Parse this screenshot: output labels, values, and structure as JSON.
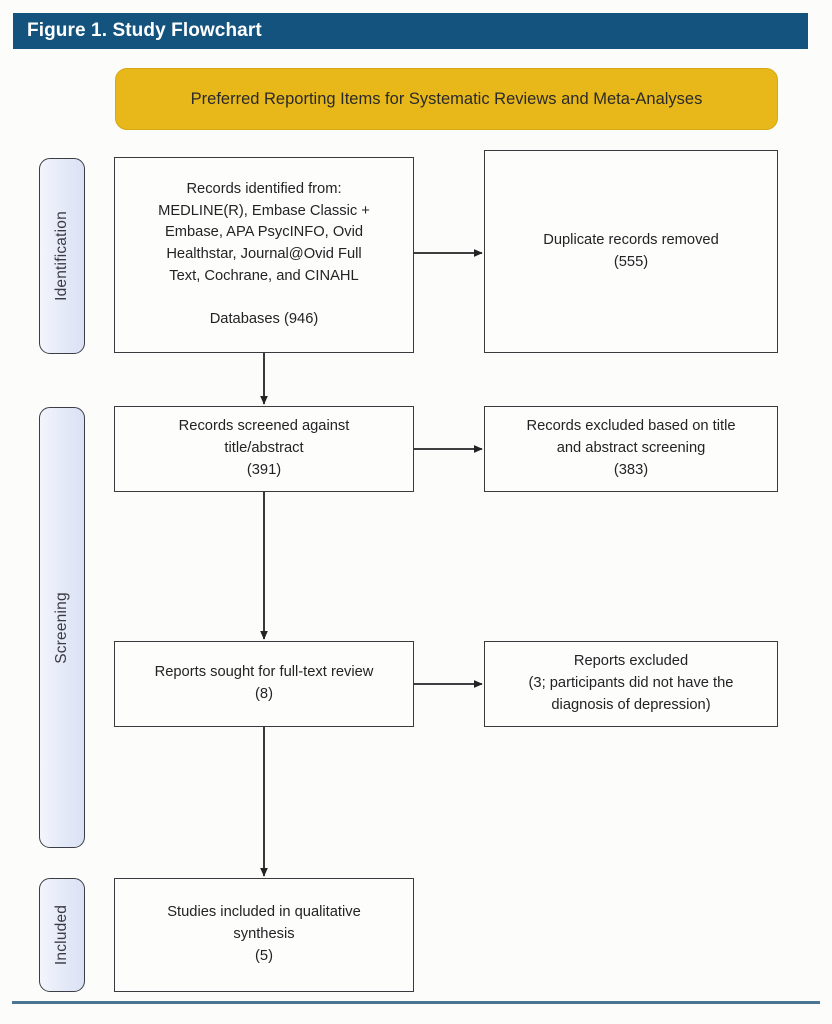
{
  "figure": {
    "title": "Figure 1. Study Flowchart",
    "banner": "Preferred Reporting Items for Systematic Reviews and Meta-Analyses",
    "colors": {
      "title_bar": "#14537e",
      "banner_fill": "#e8b81a",
      "stage_label_fill": "#e4e9f7",
      "box_border": "#3a3a3f",
      "page_background": "#fcfcfa",
      "footer_rule": "#4a7694"
    }
  },
  "stages": [
    {
      "id": "identification",
      "label": "Identification"
    },
    {
      "id": "screening",
      "label": "Screening"
    },
    {
      "id": "included",
      "label": "Included"
    }
  ],
  "boxes": {
    "identified": "Records identified from:\nMEDLINE(R), Embase Classic +\nEmbase, APA PsycINFO, Ovid\nHealthstar, Journal@Ovid Full\nText, Cochrane, and CINAHL\n\nDatabases (946)",
    "duplicates": "Duplicate records removed\n(555)",
    "screened": "Records screened against\ntitle/abstract\n(391)",
    "excluded_title_abstract": "Records excluded based on title\nand abstract screening\n(383)",
    "fulltext": "Reports sought for full-text review\n(8)",
    "reports_excluded": "Reports excluded\n(3; participants did not have the\ndiagnosis of depression)",
    "included": "Studies included in qualitative\nsynthesis\n(5)"
  },
  "chart_data": {
    "type": "diagram",
    "title": "Figure 1. Study Flowchart",
    "subtitle": "Preferred Reporting Items for Systematic Reviews and Meta-Analyses",
    "nodes": [
      {
        "id": "identified",
        "stage": "Identification",
        "label": "Records identified from: MEDLINE(R), Embase Classic + Embase, APA PsycINFO, Ovid Healthstar, Journal@Ovid Full Text, Cochrane, and CINAHL",
        "count_label": "Databases (946)",
        "count": 946
      },
      {
        "id": "duplicates",
        "stage": "Identification",
        "label": "Duplicate records removed",
        "count": 555
      },
      {
        "id": "screened",
        "stage": "Screening",
        "label": "Records screened against title/abstract",
        "count": 391
      },
      {
        "id": "excluded_title_abstract",
        "stage": "Screening",
        "label": "Records excluded based on title and abstract screening",
        "count": 383
      },
      {
        "id": "fulltext",
        "stage": "Screening",
        "label": "Reports sought for full-text review",
        "count": 8
      },
      {
        "id": "reports_excluded",
        "stage": "Screening",
        "label": "Reports excluded (participants did not have the diagnosis of depression)",
        "count": 3
      },
      {
        "id": "included",
        "stage": "Included",
        "label": "Studies included in qualitative synthesis",
        "count": 5
      }
    ],
    "edges": [
      {
        "from": "identified",
        "to": "duplicates",
        "direction": "right"
      },
      {
        "from": "identified",
        "to": "screened",
        "direction": "down"
      },
      {
        "from": "screened",
        "to": "excluded_title_abstract",
        "direction": "right"
      },
      {
        "from": "screened",
        "to": "fulltext",
        "direction": "down"
      },
      {
        "from": "fulltext",
        "to": "reports_excluded",
        "direction": "right"
      },
      {
        "from": "fulltext",
        "to": "included",
        "direction": "down"
      }
    ]
  }
}
